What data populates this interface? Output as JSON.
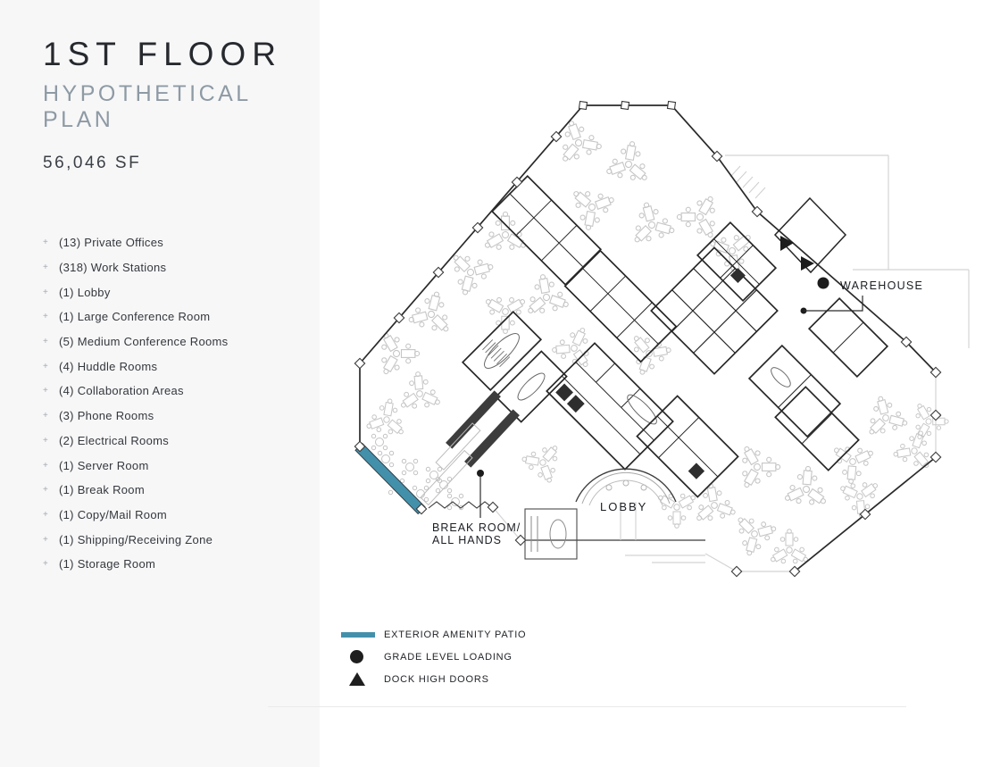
{
  "title": {
    "floor": "1ST FLOOR",
    "subtitle": "HYPOTHETICAL PLAN",
    "area": "56,046 SF"
  },
  "summary": {
    "bullet_glyph": "+",
    "items": [
      "(13) Private Offices",
      "(318) Work Stations",
      "(1) Lobby",
      "(1) Large Conference Room",
      "(5) Medium Conference Rooms",
      "(4) Huddle Rooms",
      "(4) Collaboration Areas",
      "(3) Phone Rooms",
      "(2) Electrical Rooms",
      "(1) Server Room",
      "(1) Break Room",
      "(1) Copy/Mail Room",
      "(1) Shipping/Receiving Zone",
      "(1) Storage Room"
    ]
  },
  "plan": {
    "labels": {
      "warehouse": "WAREHOUSE",
      "lobby": "LOBBY",
      "break_room_line1": "BREAK ROOM/",
      "break_room_line2": "ALL HANDS"
    }
  },
  "legend": {
    "items": [
      {
        "symbol": "patio-bar",
        "label": "EXTERIOR AMENITY PATIO",
        "color": "#4390ab"
      },
      {
        "symbol": "filled-circle",
        "label": "GRADE LEVEL LOADING",
        "color": "#1f1f1f"
      },
      {
        "symbol": "filled-triangle",
        "label": "DOCK HIGH DOORS",
        "color": "#1f1f1f"
      }
    ]
  },
  "colors": {
    "accent_teal": "#4390ab",
    "panel_background": "#f7f7f8",
    "title_dark": "#26292e",
    "subtitle_gray": "#8e9aa4",
    "plan_line_dark": "#2a2a2a",
    "plan_line_light": "#c6c6c6"
  }
}
